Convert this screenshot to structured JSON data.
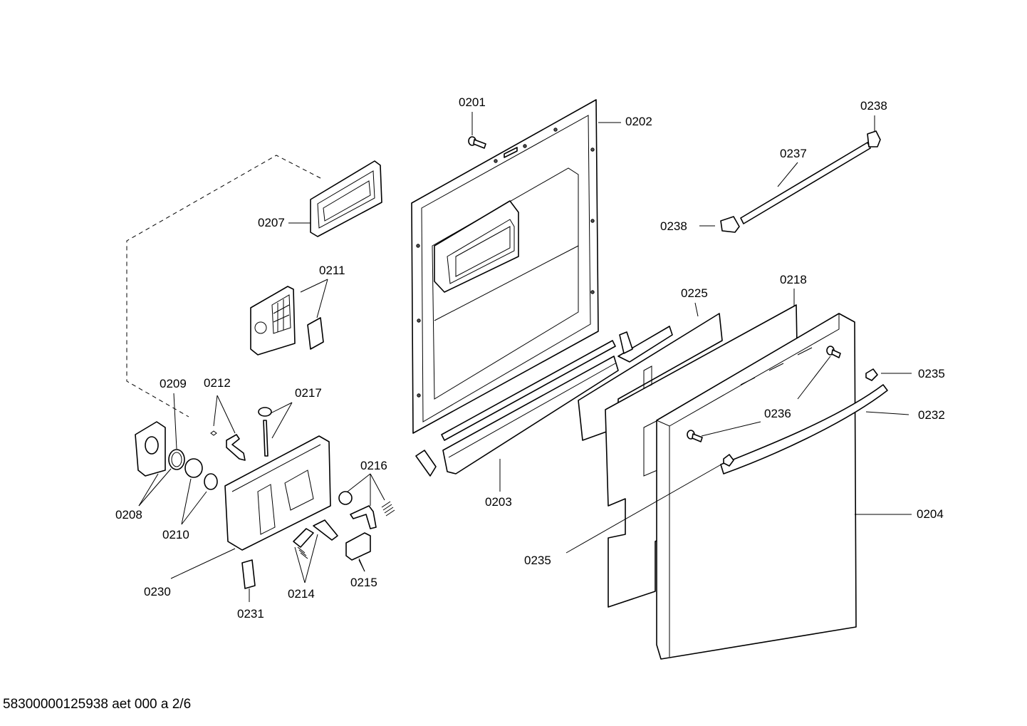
{
  "footer": "58300000125938 aet 000 a 2/6",
  "labels": {
    "p0201": "0201",
    "p0202": "0202",
    "p0203": "0203",
    "p0204": "0204",
    "p0207": "0207",
    "p0208": "0208",
    "p0209": "0209",
    "p0210": "0210",
    "p0211": "0211",
    "p0212": "0212",
    "p0214": "0214",
    "p0215": "0215",
    "p0216": "0216",
    "p0217": "0217",
    "p0218": "0218",
    "p0225": "0225",
    "p0230": "0230",
    "p0231": "0231",
    "p0232": "0232",
    "p0235a": "0235",
    "p0235b": "0235",
    "p0236": "0236",
    "p0237": "0237",
    "p0238a": "0238",
    "p0238b": "0238"
  }
}
